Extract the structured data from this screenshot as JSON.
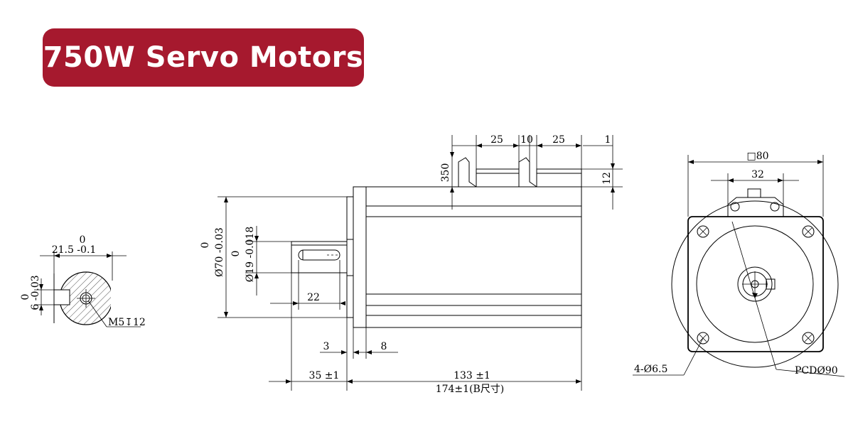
{
  "title": "750W Servo Motors",
  "colors": {
    "accent": "#a6192e",
    "line": "#000000",
    "background": "#ffffff"
  },
  "shaft_section": {
    "width_upper": "0",
    "width_value": "21.5 -0.1",
    "key_upper": "0",
    "key_value": "6 -0.03",
    "thread": "M5↧12"
  },
  "side_view": {
    "flange_upper": "0",
    "flange_dia": "Ø70 -0.03",
    "shaft_upper": "0",
    "shaft_dia": "Ø19 -0.018",
    "key_length": "22",
    "dim_3": "3",
    "dim_8": "8",
    "shaft_length": "35 ±1",
    "body_length": "133 ±1",
    "total_length": "174±1(B尺寸)",
    "conn_w1": "25",
    "conn_gap": "10",
    "conn_w2": "25",
    "conn_offset": "1",
    "cable_len": "350",
    "conn_height": "12"
  },
  "front_view": {
    "square": "□80",
    "width_32": "32",
    "holes": "4-Ø6.5",
    "pcd": "PCDØ90"
  }
}
